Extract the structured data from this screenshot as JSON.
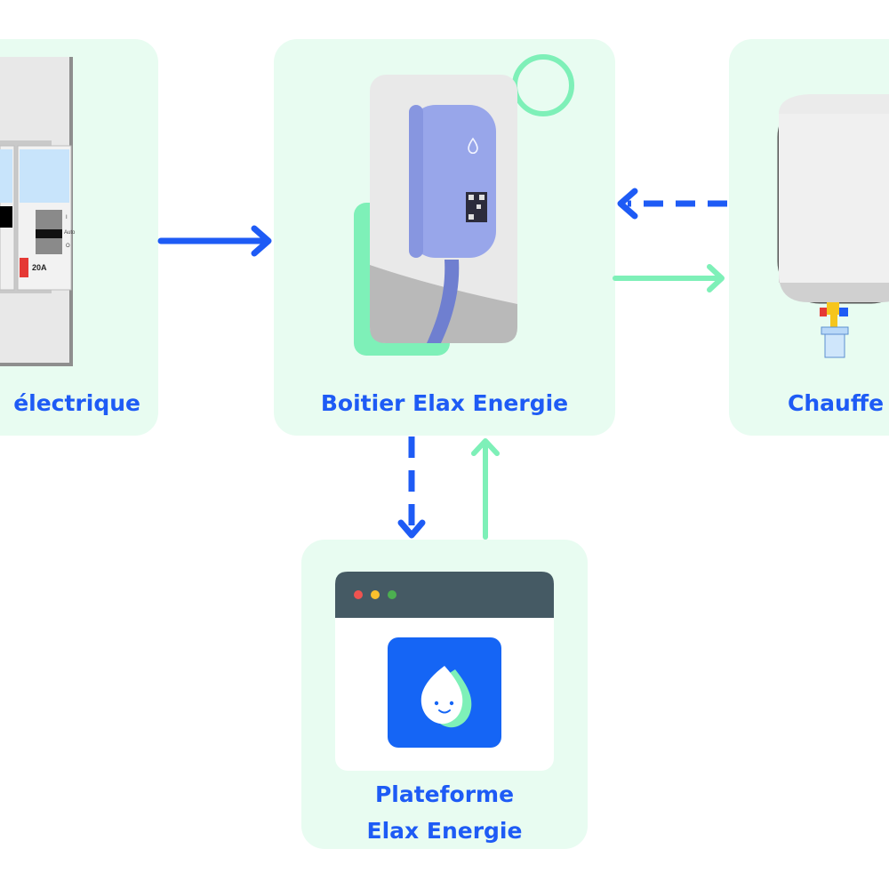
{
  "colors": {
    "card_bg": "#e8fcf1",
    "label_blue": "#1e5bf5",
    "arrow_blue": "#1e5bf5",
    "arrow_green": "#7ef0b8",
    "browser_bar": "#455a64",
    "app_tile": "#1565f5"
  },
  "nodes": {
    "left": {
      "label": "électrique",
      "icon": "electrical-panel-icon"
    },
    "center": {
      "label": "Boitier Elax Energie",
      "icon": "elax-device-icon"
    },
    "right": {
      "label": "Chauffe",
      "icon": "water-heater-icon"
    },
    "bottom": {
      "label_line1": "Plateforme",
      "label_line2": "Elax Energie",
      "icon": "browser-window-icon"
    }
  },
  "panel": {
    "breaker_rating": "20A",
    "switch_top": "I",
    "switch_mid": "Auto",
    "switch_bottom": "O"
  },
  "edges": [
    {
      "from": "left",
      "to": "center",
      "style": "solid",
      "color": "blue"
    },
    {
      "from": "right",
      "to": "center",
      "style": "dashed",
      "color": "blue"
    },
    {
      "from": "center",
      "to": "right",
      "style": "solid",
      "color": "green"
    },
    {
      "from": "center",
      "to": "bottom",
      "style": "dashed",
      "color": "blue"
    },
    {
      "from": "bottom",
      "to": "center",
      "style": "solid",
      "color": "green"
    }
  ]
}
